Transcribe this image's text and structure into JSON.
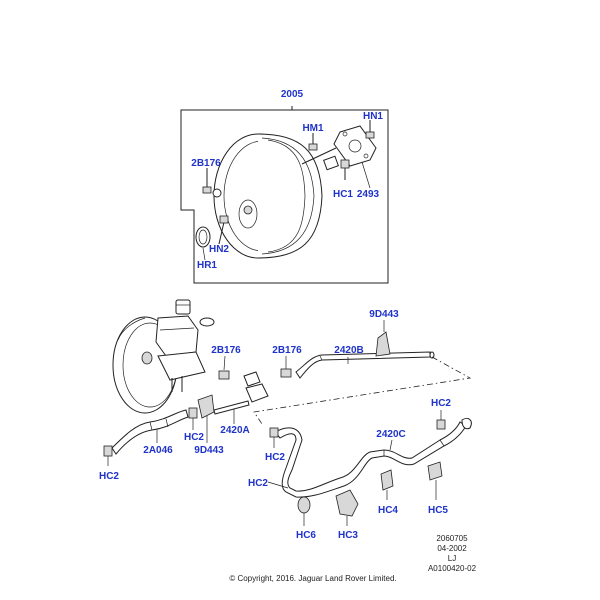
{
  "colors": {
    "callout": "#1f33c9",
    "line": "#222222",
    "background": "#ffffff"
  },
  "callouts": {
    "c2005": "2005",
    "hm1": "HM1",
    "hn1": "HN1",
    "b2b176_top": "2B176",
    "hc1": "HC1",
    "p2493": "2493",
    "hn2": "HN2",
    "hr1": "HR1",
    "d9d443_top": "9D443",
    "b2b176_left": "2B176",
    "b2b176_mid": "2B176",
    "p2420b": "2420B",
    "hc2_right": "HC2",
    "hc2_a": "HC2",
    "p2420a": "2420A",
    "p2a046": "2A046",
    "d9d443_bottom": "9D443",
    "p2420c": "2420C",
    "hc2_mid": "HC2",
    "hc2_left": "HC2",
    "hc2_low": "HC2",
    "hc4": "HC4",
    "hc5": "HC5",
    "hc6": "HC6",
    "hc3": "HC3"
  },
  "footer": {
    "code1": "2060705",
    "date": "04-2002",
    "initials": "LJ",
    "ref": "A0100420-02",
    "copyright": "© Copyright, 2016. Jaguar Land Rover Limited."
  }
}
